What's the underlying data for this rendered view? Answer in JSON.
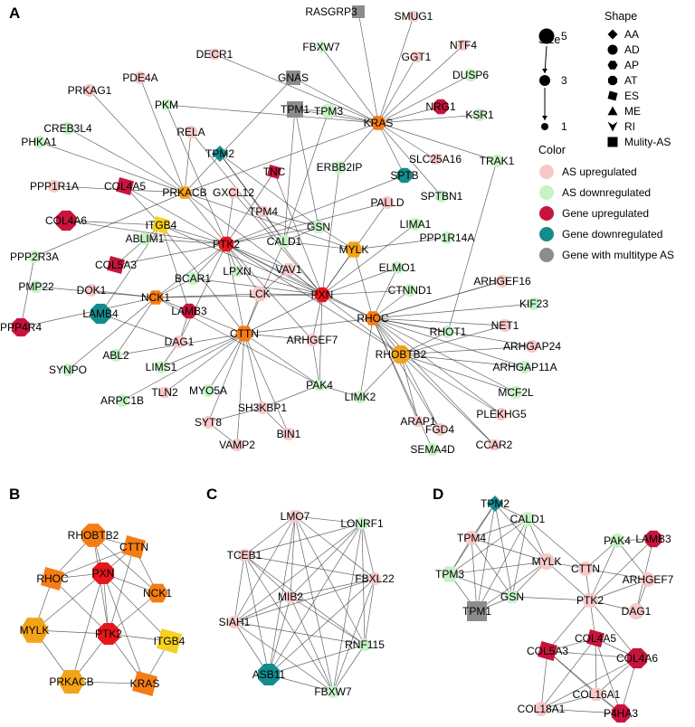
{
  "panels": [
    {
      "id": "A",
      "letter": "A"
    },
    {
      "id": "B",
      "letter": "B"
    },
    {
      "id": "C",
      "letter": "C"
    },
    {
      "id": "D",
      "letter": "D"
    }
  ],
  "legend": {
    "size": {
      "title": "Size",
      "levels": [
        "5",
        "3",
        "1"
      ]
    },
    "shape": {
      "title": "Shape",
      "items": [
        {
          "code": "AA",
          "symbol": "diamond"
        },
        {
          "code": "AD",
          "symbol": "circle"
        },
        {
          "code": "AP",
          "symbol": "hexagon"
        },
        {
          "code": "AT",
          "symbol": "octagon"
        },
        {
          "code": "ES",
          "symbol": "parallelogram"
        },
        {
          "code": "ME",
          "symbol": "triangle"
        },
        {
          "code": "RI",
          "symbol": "v-shape"
        },
        {
          "code": "Mulity-AS",
          "symbol": "square"
        }
      ]
    },
    "color": {
      "title": "Color",
      "items": [
        {
          "key": "asu",
          "label": "AS upregulated",
          "color": "#f8c8c8"
        },
        {
          "key": "asd",
          "label": "AS downregulated",
          "color": "#c6f2c6"
        },
        {
          "key": "gu",
          "label": "Gene upregulated",
          "color": "#c8143c"
        },
        {
          "key": "gd",
          "label": "Gene downregulated",
          "color": "#138c8c"
        },
        {
          "key": "multi",
          "label": "Gene with multitype AS",
          "color": "#8c8c8c"
        }
      ]
    }
  },
  "hub_colors": {
    "red": "#e8161c",
    "orange": "#f57c14",
    "amber": "#f3a318",
    "yellow": "#f5d21f"
  },
  "networks": {
    "A": {
      "nodes": [
        {
          "id": "RASGRP3",
          "color": "multi"
        },
        {
          "id": "SMUG1",
          "color": "asu"
        },
        {
          "id": "DECR1",
          "color": "asu"
        },
        {
          "id": "FBXW7",
          "color": "asd"
        },
        {
          "id": "GGT1",
          "color": "asu"
        },
        {
          "id": "NTF4",
          "color": "asu"
        },
        {
          "id": "PDE4A",
          "color": "asu"
        },
        {
          "id": "GNAS",
          "color": "multi"
        },
        {
          "id": "DUSP6",
          "color": "asd"
        },
        {
          "id": "PRKAG1",
          "color": "asu"
        },
        {
          "id": "PKM",
          "color": "asd"
        },
        {
          "id": "TPM1",
          "color": "multi"
        },
        {
          "id": "TPM3",
          "color": "asd"
        },
        {
          "id": "KRAS",
          "color": "orange"
        },
        {
          "id": "NRG1",
          "color": "gu"
        },
        {
          "id": "KSR1",
          "color": "asd"
        },
        {
          "id": "CREB3L4",
          "color": "asd"
        },
        {
          "id": "RELA",
          "color": "asu"
        },
        {
          "id": "TPM2",
          "color": "gd"
        },
        {
          "id": "PHKA1",
          "color": "asd"
        },
        {
          "id": "SLC25A16",
          "color": "asu"
        },
        {
          "id": "TNC",
          "color": "gu"
        },
        {
          "id": "TRAK1",
          "color": "asd"
        },
        {
          "id": "PPP1R1A",
          "color": "asu"
        },
        {
          "id": "COL4A5",
          "color": "gu"
        },
        {
          "id": "PRKACB",
          "color": "amber"
        },
        {
          "id": "ERBB2IP",
          "color": "asd"
        },
        {
          "id": "SPTB",
          "color": "gd"
        },
        {
          "id": "GXCL12",
          "color": "asu"
        },
        {
          "id": "SPTBN1",
          "color": "asd"
        },
        {
          "id": "COL4A6",
          "color": "gu"
        },
        {
          "id": "TPM4",
          "color": "asu"
        },
        {
          "id": "PALLD",
          "color": "asu"
        },
        {
          "id": "ITGB4",
          "color": "yellow"
        },
        {
          "id": "LIMA1",
          "color": "asd"
        },
        {
          "id": "ABLIM1",
          "color": "asd"
        },
        {
          "id": "CALD1",
          "color": "asd"
        },
        {
          "id": "GSN",
          "color": "asd"
        },
        {
          "id": "PTK2",
          "color": "red"
        },
        {
          "id": "MYLK",
          "color": "amber"
        },
        {
          "id": "PPP1R14A",
          "color": "asd"
        },
        {
          "id": "COL5A3",
          "color": "gu"
        },
        {
          "id": "PPP2R3A",
          "color": "asd"
        },
        {
          "id": "BCAR1",
          "color": "asd"
        },
        {
          "id": "LPXN",
          "color": "asd"
        },
        {
          "id": "VAV1",
          "color": "asu"
        },
        {
          "id": "ELMO1",
          "color": "asd"
        },
        {
          "id": "ARHGEF16",
          "color": "asu"
        },
        {
          "id": "PMP22",
          "color": "asd"
        },
        {
          "id": "DOK1",
          "color": "asu"
        },
        {
          "id": "NCK1",
          "color": "orange"
        },
        {
          "id": "LCK",
          "color": "asu"
        },
        {
          "id": "PXN",
          "color": "red"
        },
        {
          "id": "CTNND1",
          "color": "asd"
        },
        {
          "id": "KIF23",
          "color": "asd"
        },
        {
          "id": "LAMB4",
          "color": "gd"
        },
        {
          "id": "LAMB3",
          "color": "gu"
        },
        {
          "id": "RHOC",
          "color": "orange"
        },
        {
          "id": "PPP4R4",
          "color": "gu"
        },
        {
          "id": "RHOT1",
          "color": "asd"
        },
        {
          "id": "NET1",
          "color": "asu"
        },
        {
          "id": "CTTN",
          "color": "orange"
        },
        {
          "id": "DAG1",
          "color": "asu"
        },
        {
          "id": "ARHGEF7",
          "color": "asu"
        },
        {
          "id": "ARHGAP24",
          "color": "asu"
        },
        {
          "id": "ABL2",
          "color": "asd"
        },
        {
          "id": "RHOBTB2",
          "color": "amber"
        },
        {
          "id": "SYNPO",
          "color": "asd"
        },
        {
          "id": "LIMS1",
          "color": "asd"
        },
        {
          "id": "ARHGAP11A",
          "color": "asd"
        },
        {
          "id": "PAK4",
          "color": "asd"
        },
        {
          "id": "MYO5A",
          "color": "asd"
        },
        {
          "id": "LIMK2",
          "color": "asd"
        },
        {
          "id": "MCF2L",
          "color": "asd"
        },
        {
          "id": "ARPC1B",
          "color": "asd"
        },
        {
          "id": "TLN2",
          "color": "asu"
        },
        {
          "id": "SH3KBP1",
          "color": "asu"
        },
        {
          "id": "ARAP1",
          "color": "asu"
        },
        {
          "id": "FGD4",
          "color": "asu"
        },
        {
          "id": "PLEKHG5",
          "color": "asu"
        },
        {
          "id": "SYT8",
          "color": "asu"
        },
        {
          "id": "BIN1",
          "color": "asu"
        },
        {
          "id": "SEMA4D",
          "color": "asd"
        },
        {
          "id": "CCAR2",
          "color": "asu"
        },
        {
          "id": "VAMP2",
          "color": "asu"
        }
      ]
    },
    "B": {
      "nodes": [
        {
          "id": "RHOBTB2",
          "color": "orange"
        },
        {
          "id": "CTTN",
          "color": "orange"
        },
        {
          "id": "RHOC",
          "color": "orange"
        },
        {
          "id": "PXN",
          "color": "red"
        },
        {
          "id": "NCK1",
          "color": "orange"
        },
        {
          "id": "MYLK",
          "color": "amber"
        },
        {
          "id": "PTK2",
          "color": "red"
        },
        {
          "id": "ITGB4",
          "color": "yellow"
        },
        {
          "id": "PRKACB",
          "color": "amber"
        },
        {
          "id": "KRAS",
          "color": "orange"
        }
      ]
    },
    "C": {
      "nodes": [
        {
          "id": "LMO7",
          "color": "asu"
        },
        {
          "id": "LONRF1",
          "color": "asd"
        },
        {
          "id": "TCEB1",
          "color": "asu"
        },
        {
          "id": "FBXL22",
          "color": "asu"
        },
        {
          "id": "MIB2",
          "color": "asu"
        },
        {
          "id": "SIAH1",
          "color": "asu"
        },
        {
          "id": "RNF115",
          "color": "asd"
        },
        {
          "id": "ASB11",
          "color": "gd"
        },
        {
          "id": "FBXW7",
          "color": "asd"
        }
      ]
    },
    "D": {
      "nodes": [
        {
          "id": "TPM2",
          "color": "gd"
        },
        {
          "id": "CALD1",
          "color": "asd"
        },
        {
          "id": "TPM4",
          "color": "asu"
        },
        {
          "id": "PAK4",
          "color": "asd"
        },
        {
          "id": "LAMB3",
          "color": "gu"
        },
        {
          "id": "TPM3",
          "color": "asd"
        },
        {
          "id": "MYLK",
          "color": "asu"
        },
        {
          "id": "CTTN",
          "color": "asu"
        },
        {
          "id": "ARHGEF7",
          "color": "asu"
        },
        {
          "id": "GSN",
          "color": "asd"
        },
        {
          "id": "PTK2",
          "color": "asu"
        },
        {
          "id": "DAG1",
          "color": "asu"
        },
        {
          "id": "TPM1",
          "color": "multi"
        },
        {
          "id": "COL4A5",
          "color": "gu"
        },
        {
          "id": "COL5A3",
          "color": "gu"
        },
        {
          "id": "COL4A6",
          "color": "gu"
        },
        {
          "id": "COL16A1",
          "color": "asu"
        },
        {
          "id": "COL18A1",
          "color": "asu"
        },
        {
          "id": "P4HA3",
          "color": "gu"
        }
      ]
    }
  }
}
